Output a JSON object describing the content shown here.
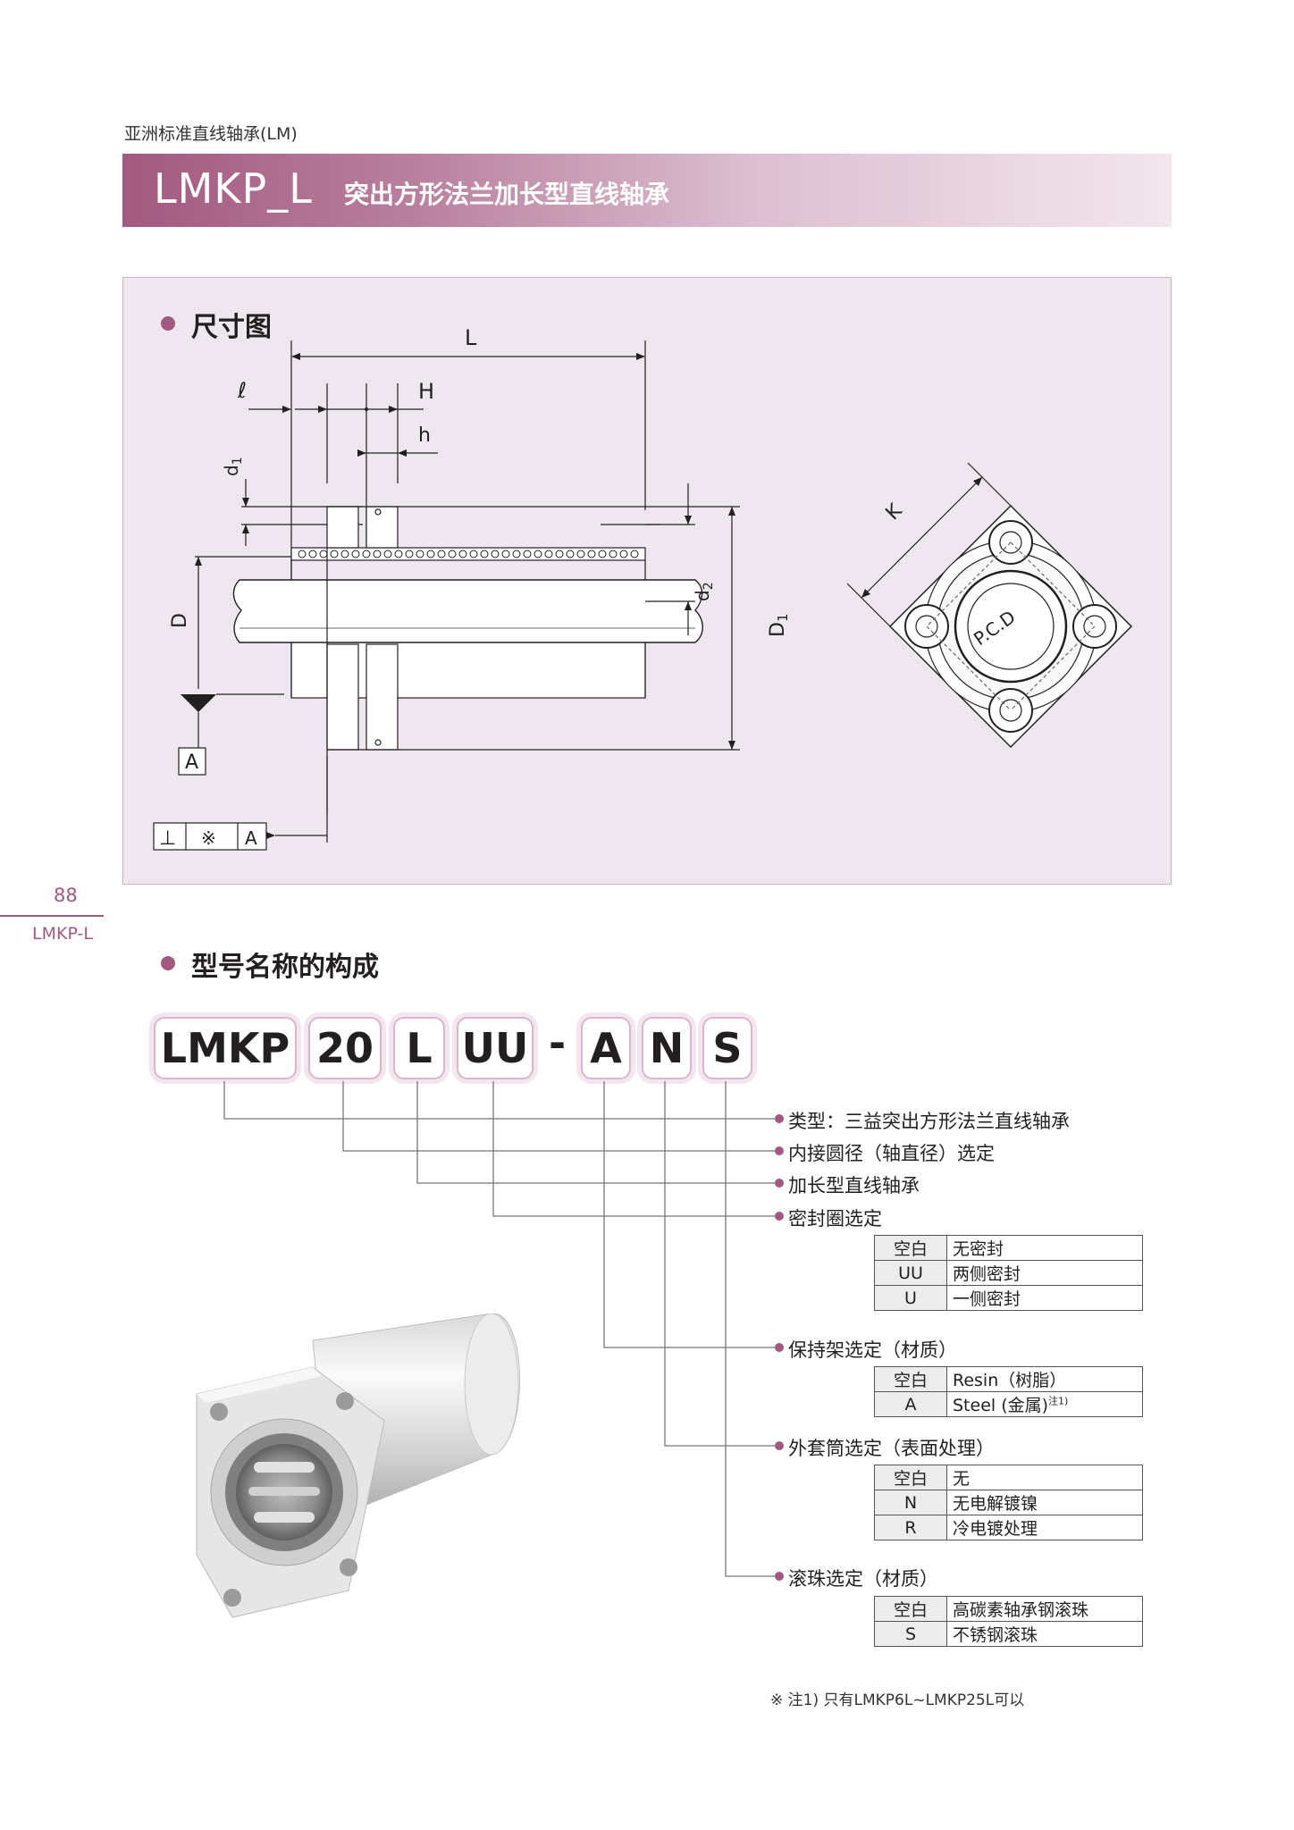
{
  "breadcrumb": "亚洲标准直线轴承(LM)",
  "title": {
    "code": "LMKP_L",
    "name": "突出方形法兰加长型直线轴承"
  },
  "section_dimensions": {
    "title": "尺寸图",
    "labels": {
      "L": "L",
      "l": "ℓ",
      "H": "H",
      "h": "h",
      "d1": "d",
      "d1_sub": "1",
      "D": "D",
      "d2": "d",
      "d2_sub": "2",
      "D1": "D",
      "D1_sub": "1",
      "K": "K",
      "PCD": "P.C.D",
      "datum": "A",
      "tol_symbol": "⊥",
      "tol_value": "※",
      "tol_datum": "A"
    }
  },
  "page": {
    "number": "88",
    "label": "LMKP-L"
  },
  "section_model": {
    "title": "型号名称的构成"
  },
  "model_code": {
    "parts": [
      "LMKP",
      "20",
      "L",
      "UU",
      "A",
      "N",
      "S"
    ],
    "separator": "-"
  },
  "descriptions": {
    "type": "类型：三益突出方形法兰直线轴承",
    "bore": "内接圆径（轴直径）选定",
    "long": "加长型直线轴承",
    "seal": "密封圈选定",
    "retainer": "保持架选定（材质）",
    "sleeve": "外套筒选定（表面处理）",
    "ball": "滚珠选定（材质）"
  },
  "tables": {
    "seal": [
      [
        "空白",
        "无密封"
      ],
      [
        "UU",
        "两侧密封"
      ],
      [
        "U",
        "一侧密封"
      ]
    ],
    "retainer": [
      [
        "空白",
        "Resin（树脂）",
        ""
      ],
      [
        "A",
        "Steel (金属)",
        "注1)"
      ]
    ],
    "sleeve": [
      [
        "空白",
        "无"
      ],
      [
        "N",
        "无电解镀镍"
      ],
      [
        "R",
        "冷电镀处理"
      ]
    ],
    "ball": [
      [
        "空白",
        "高碳素轴承钢滚珠"
      ],
      [
        "S",
        "不锈钢滚珠"
      ]
    ]
  },
  "footnote": "※ 注1) 只有LMKP6L~LMKP25L可以",
  "colors": {
    "accent": "#a2597f",
    "panel": "#efe7ef",
    "dot": "#a2597f"
  }
}
